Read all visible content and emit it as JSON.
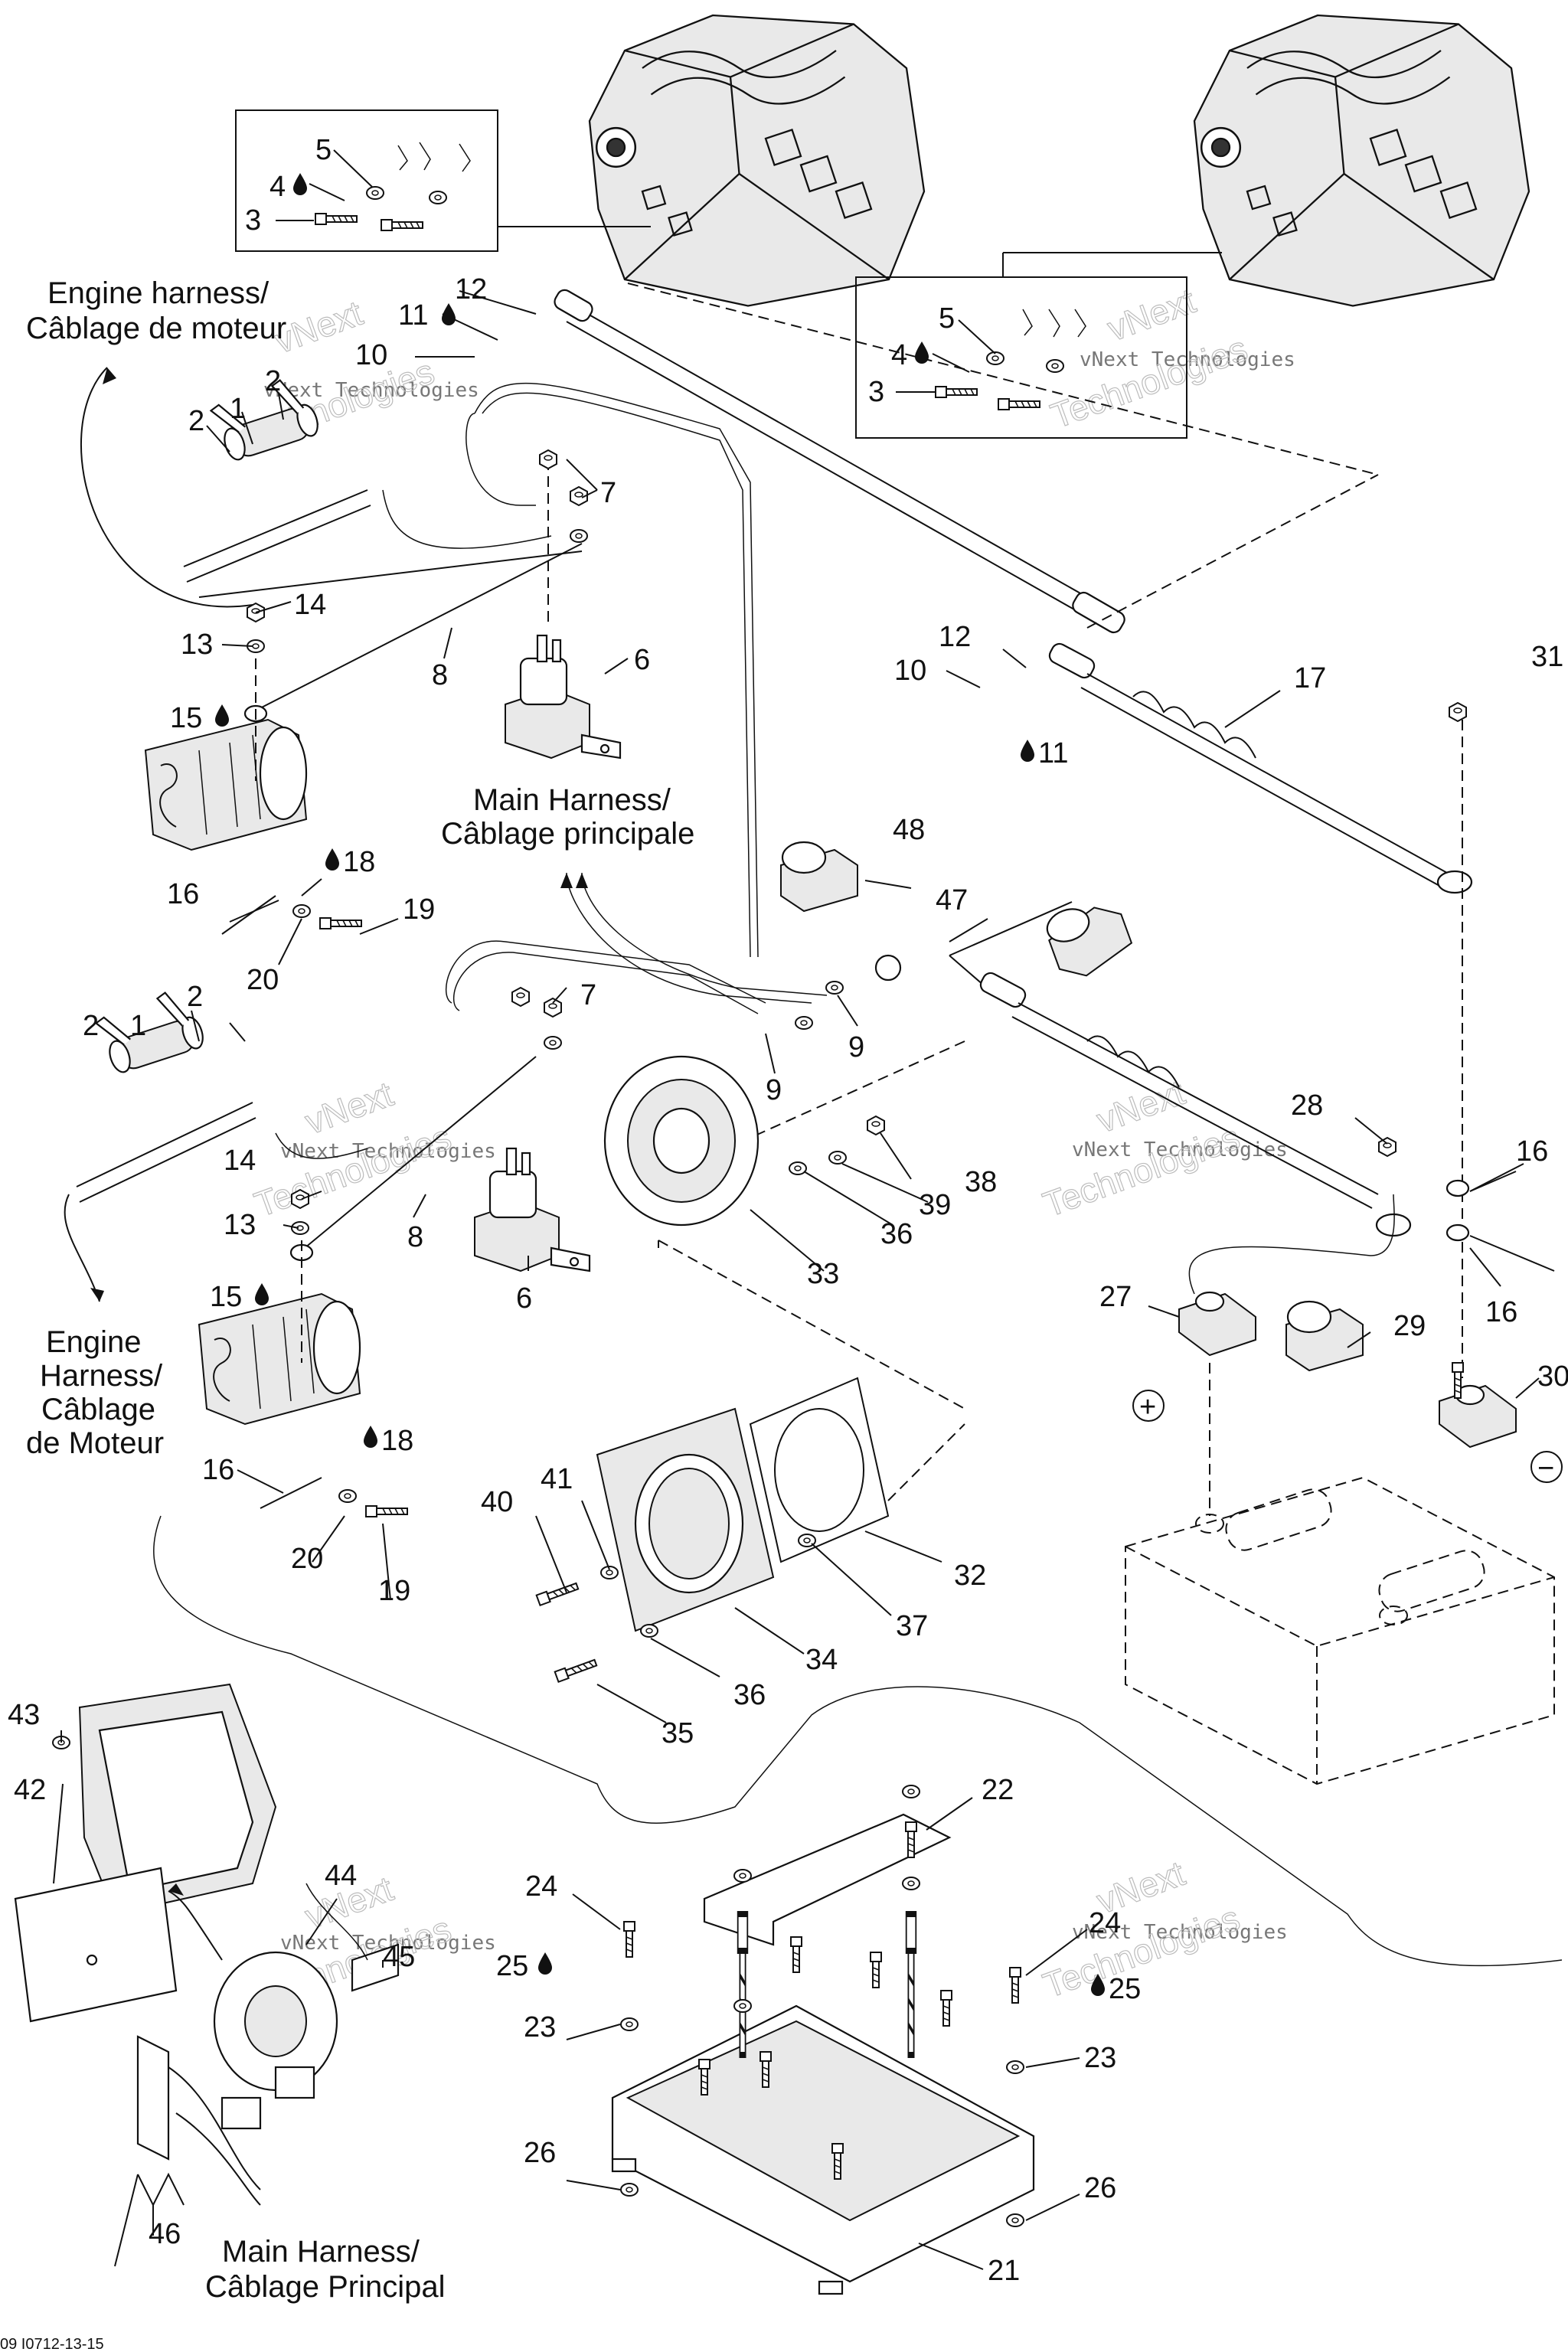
{
  "watermark": {
    "text": "vNext Technologies",
    "outline_words": [
      "vNext",
      "Technologies"
    ]
  },
  "harness_labels": {
    "engine_top": [
      "Engine harness/",
      "Câblage de moteur"
    ],
    "engine_bottom": [
      "Engine",
      "Harness/",
      "Câblage",
      "de Moteur"
    ],
    "main_mid": [
      "Main Harness/",
      "Câblage principale"
    ],
    "main_bottom": [
      "Main Harness/",
      "Câblage Principal"
    ]
  },
  "callouts": {
    "n1a": "1",
    "n2a": "2",
    "n2b": "2",
    "n3a": "3",
    "n4a": "4",
    "n5a": "5",
    "n3b": "3",
    "n4b": "4",
    "n5b": "5",
    "n6a": "6",
    "n7a": "7",
    "n8a": "8",
    "n10a": "10",
    "n11a": "11",
    "n12a": "12",
    "n13a": "13",
    "n14a": "14",
    "n15a": "15",
    "n16a": "16",
    "n18a": "18",
    "n19a": "19",
    "n20a": "20",
    "n10b": "10",
    "n11b": "11",
    "n12b": "12",
    "n17": "17",
    "n31": "31",
    "n48": "48",
    "n47": "47",
    "n9a": "9",
    "n9b": "9",
    "n7b": "7",
    "n1b": "1",
    "n2c": "2",
    "n2d": "2",
    "n14b": "14",
    "n13b": "13",
    "n8b": "8",
    "n6b": "6",
    "n15b": "15",
    "n16b": "16",
    "n18b": "18",
    "n20b": "20",
    "n19b": "19",
    "n33": "33",
    "n36a": "36",
    "n39": "39",
    "n38": "38",
    "n28": "28",
    "n16c": "16",
    "n16d": "16",
    "n27": "27",
    "n29": "29",
    "n30": "30",
    "n40": "40",
    "n41": "41",
    "n32": "32",
    "n37": "37",
    "n34": "34",
    "n36b": "36",
    "n35": "35",
    "n43": "43",
    "n42": "42",
    "n44": "44",
    "n45": "45",
    "n46": "46",
    "n22": "22",
    "n24a": "24",
    "n25a": "25",
    "n23a": "23",
    "n26a": "26",
    "n24b": "24",
    "n25b": "25",
    "n23b": "23",
    "n26b": "26",
    "n21": "21"
  },
  "polarity": {
    "positive": "+",
    "negative": "−"
  },
  "drawing_code": "09 I0712-13-15"
}
